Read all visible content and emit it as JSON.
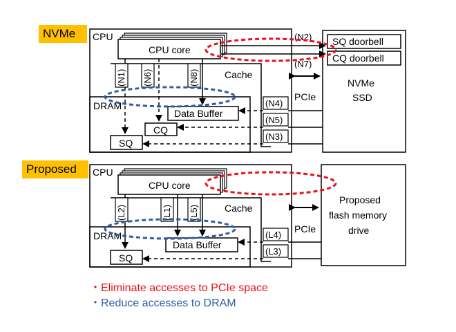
{
  "top": {
    "badge": "NVMe",
    "cpu": "CPU",
    "cpu_core": "CPU core",
    "cache": "Cache",
    "dram": "DRAM",
    "data_buffer": "Data Buffer",
    "cq": "CQ",
    "sq": "SQ",
    "sq_doorbell": "SQ doorbell",
    "cq_doorbell": "CQ doorbell",
    "device": "NVMe",
    "device_sub": "SSD",
    "pcie": "PCIe",
    "labels": {
      "n1": "(N1)",
      "n2": "(N2)",
      "n3": "(N3)",
      "n4": "(N4)",
      "n5": "(N5)",
      "n6": "(N6)",
      "n7": "(N7)",
      "n8": "(N8)"
    }
  },
  "bottom": {
    "badge": "Proposed",
    "cpu": "CPU",
    "cpu_core": "CPU core",
    "cache": "Cache",
    "dram": "DRAM",
    "data_buffer": "Data Buffer",
    "sq": "SQ",
    "device_line1": "Proposed",
    "device_line2": "flash memory",
    "device_line3": "drive",
    "pcie": "PCIe",
    "labels": {
      "l1": "(L1)",
      "l2": "(L2)",
      "l3": "(L3)",
      "l4": "(L4)",
      "l5": "(L5)"
    }
  },
  "legend": {
    "item1": "・Eliminate accesses to PCIe space",
    "item2": "・Reduce accesses to DRAM"
  },
  "colors": {
    "red": "#e8101a",
    "blue": "#2e5da6",
    "badge": "#ffc000"
  }
}
